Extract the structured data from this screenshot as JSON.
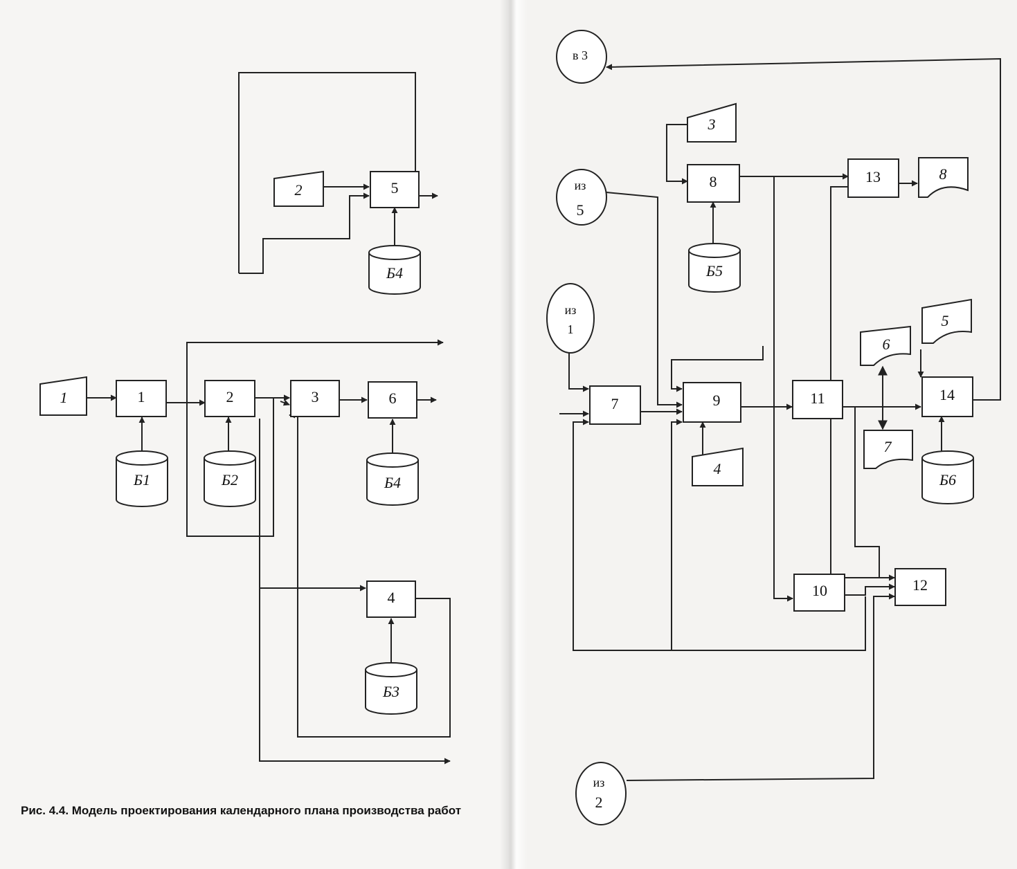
{
  "caption": "Рис. 4.4. Модель проектирования календарного плана производства работ",
  "left_diagram": {
    "input_doc": "1",
    "input_doc2": "2",
    "blocks": {
      "b1": "1",
      "b2": "2",
      "b3": "3",
      "b4": "4",
      "b5": "5",
      "b6": "6"
    },
    "databases": {
      "db1": "Б1",
      "db2": "Б2",
      "db3": "Б3",
      "db4_top": "Б4",
      "db4_bottom": "Б4"
    }
  },
  "right_diagram": {
    "connectors": {
      "to3": "в 3",
      "from5_a": "из",
      "from5_b": "5",
      "from1_a": "из",
      "from1_b": "1",
      "from2_a": "из",
      "from2_b": "2"
    },
    "blocks": {
      "b7": "7",
      "b8": "8",
      "b9": "9",
      "b10": "10",
      "b11": "11",
      "b12": "12",
      "b13": "13",
      "b14": "14"
    },
    "inputs": {
      "in3": "3",
      "in4": "4"
    },
    "docs": {
      "d5": "5",
      "d6": "6",
      "d7": "7",
      "d8": "8"
    },
    "databases": {
      "db5": "Б5",
      "db6": "Б6"
    }
  }
}
